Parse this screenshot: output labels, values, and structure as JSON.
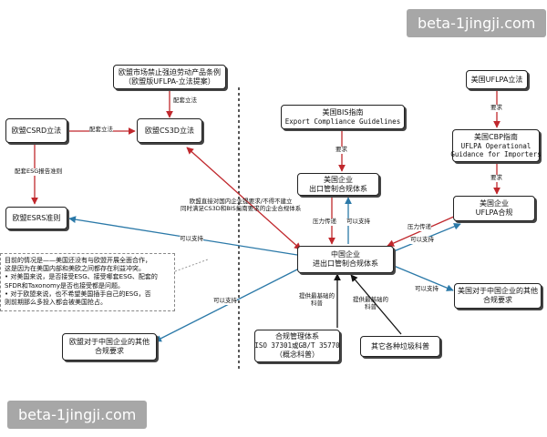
{
  "nodes": {
    "eu_flpa": [
      "欧盟市场禁止强迫劳动产品条例",
      "（欧盟版UFLPA-立法提案）"
    ],
    "eu_csrd": [
      "欧盟CSRD立法"
    ],
    "eu_cs3d": [
      "欧盟CS3D立法"
    ],
    "eu_esrs": [
      "欧盟ESRS准则"
    ],
    "us_bis": [
      "美国BIS指南",
      "Export Compliance Guidelines"
    ],
    "us_firm_export": [
      "美国企业",
      "出口管制合规体系"
    ],
    "us_uflpa": [
      "美国UFLPA立法"
    ],
    "us_cbp": [
      "美国CBP指南",
      "UFLPA Operational",
      "Guidance for Importers"
    ],
    "us_firm_uflpa": [
      "美国企业",
      "UFLPA合规"
    ],
    "cn_firm": [
      "中国企业",
      "进出口管制合规体系"
    ],
    "eu_other_req": [
      "欧盟对于中国企业的其他",
      "合规要求"
    ],
    "us_other_req": [
      "美国对于中国企业的其他",
      "合规要求"
    ],
    "mgmt_system": [
      "合规管理体系",
      "ISO 37301或GB/T 35770",
      "（概念科普）"
    ],
    "other_science": [
      "其它各种垃圾科普"
    ]
  },
  "edge_labels": {
    "support_flpa_cs3d": "配套立法",
    "support_csrd_cs3d": "配套立法",
    "support_esg": "配套ESG报告准则",
    "require_bis": "要求",
    "require_uflpa": "要求",
    "require_cbp": "要求",
    "pressure_left": "压力传递",
    "support_left": "可以支持",
    "pressure_right": "压力传递",
    "support_right": "可以支持",
    "support_esrs": "可以支持",
    "support_eu_other": "可以支持",
    "support_us_other": "可以支持",
    "basic_left": [
      "提供最基础的",
      "科普"
    ],
    "basic_right": [
      "提供最基础的",
      "科普"
    ],
    "cs3d_note": [
      "欧盟直接对国内企业提要求/不得不建立",
      "同时满足CS3D和BIS指南要求的企业合规体系"
    ]
  },
  "note_lines": [
    "目前的情况是——美国还没有与欧盟开展全面合作，",
    "这是因为在美国内部和美欧之间都存在利益冲突。",
    "• 对美国来说，是否接受ESG、接受哪套ESG、配套的",
    "SFDR和Taxonomy是否也接受都是问题。",
    "• 对于欧盟来说，也不希望美国插手自己的ESG，否",
    "则前期那么多投入都会被美国抢占。"
  ],
  "watermarks": [
    "beta-1jingji.com",
    "beta-1jingji.com"
  ],
  "colors": {
    "red": "#c0282d",
    "blue": "#2b79a8",
    "black": "#111111"
  }
}
